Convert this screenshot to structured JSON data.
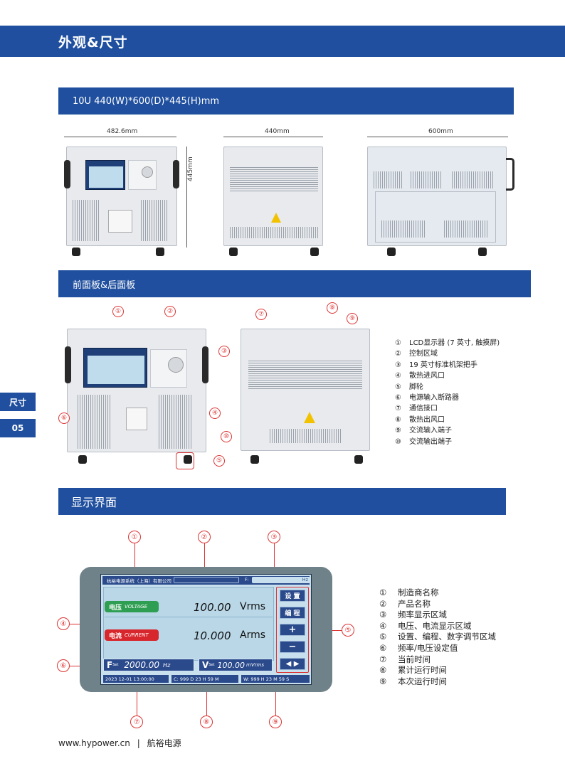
{
  "header": {
    "title": "外观&尺寸"
  },
  "sections": {
    "size_bar": "10U 440(W)*600(D)*445(H)mm",
    "panels_bar": "前面板&后面板",
    "display_bar": "显示界面"
  },
  "side_tabs": {
    "label": "尺寸",
    "page": "05"
  },
  "dimensions": {
    "front_width": "482.6mm",
    "side_width": "440mm",
    "depth": "600mm",
    "height": "445mm"
  },
  "front_legend": [
    {
      "num": "①",
      "text": "LCD显示器 (7 英寸, 触摸屏)"
    },
    {
      "num": "②",
      "text": "控制区域"
    },
    {
      "num": "③",
      "text": "19 英寸标准机架把手"
    },
    {
      "num": "④",
      "text": "散热进风口"
    },
    {
      "num": "⑤",
      "text": "脚轮"
    },
    {
      "num": "⑥",
      "text": "电源输入断路器"
    },
    {
      "num": "⑦",
      "text": "通信接口"
    },
    {
      "num": "⑧",
      "text": "散热出风口"
    },
    {
      "num": "⑨",
      "text": "交流输入端子"
    },
    {
      "num": "⑩",
      "text": "交流输出端子"
    }
  ],
  "callouts_panels": [
    "①",
    "②",
    "③",
    "④",
    "⑤",
    "⑥",
    "⑦",
    "⑧",
    "⑨",
    "⑩"
  ],
  "display": {
    "maker": "杭裕电源系统（上海）有限公司",
    "freq_label": "F:",
    "freq_unit": "Hz",
    "voltage_tag": "电压",
    "voltage_tag_en": "VOLTAGE",
    "voltage_value": "100.00",
    "voltage_unit": "Vrms",
    "current_tag": "电流",
    "current_tag_en": "CURRENT",
    "current_value": "10.000",
    "current_unit": "Arms",
    "btn_setup": "设 置",
    "btn_program": "编 程",
    "btn_plus": "+",
    "btn_minus": "−",
    "btn_arrows": "◀  ▶",
    "fset_label": "F",
    "fset_sub": "Set",
    "fset_value": "2000.00",
    "fset_unit": "Hz",
    "vset_label": "V",
    "vset_sub": "Set",
    "vset_value": "100.00",
    "vset_unit": "mVrms",
    "time": "2023 12-01 13:00:00",
    "cum_label": "C:",
    "cum_value": "999 D 23 H 59 M",
    "run_label": "W:",
    "run_value": "999 H 23 M 59 S"
  },
  "display_legend": [
    {
      "num": "①",
      "text": "制造商名称"
    },
    {
      "num": "②",
      "text": "产品名称"
    },
    {
      "num": "③",
      "text": "频率显示区域"
    },
    {
      "num": "④",
      "text": "电压、电流显示区域"
    },
    {
      "num": "⑤",
      "text": "设置、编程、数字调节区域"
    },
    {
      "num": "⑥",
      "text": "频率/电压设定值"
    },
    {
      "num": "⑦",
      "text": "当前时间"
    },
    {
      "num": "⑧",
      "text": "累计运行时间"
    },
    {
      "num": "⑨",
      "text": "本次运行时间"
    }
  ],
  "callouts_display": [
    "①",
    "②",
    "③",
    "④",
    "⑤",
    "⑥",
    "⑦",
    "⑧",
    "⑨"
  ],
  "footer": {
    "url": "www.hypower.cn",
    "separator": "|",
    "brand": "航裕电源"
  },
  "colors": {
    "brand_blue": "#1f4f9e",
    "callout_red": "#d33333",
    "voltage_green": "#2e9e52",
    "current_red": "#d8262d"
  }
}
